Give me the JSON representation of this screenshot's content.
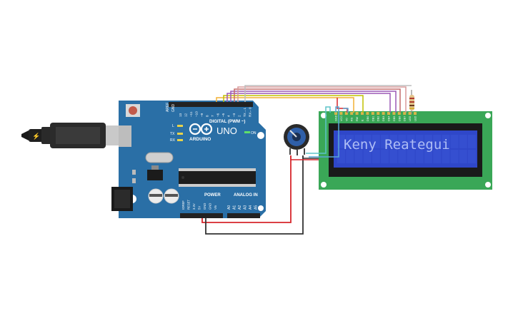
{
  "arduino": {
    "digital_header": "DIGITAL (PWM ~)",
    "model": "UNO",
    "brand": "ARDUINO",
    "on_label": "ON",
    "tx_label": "TX",
    "rx_label": "RX",
    "l_label": "L",
    "aref_label": "AREF",
    "gnd_label": "GND",
    "power_header": "POWER",
    "analog_header": "ANALOG IN",
    "digital_pins": [
      "13",
      "12",
      "~11",
      "~10",
      "~9",
      "8",
      "7",
      "~6",
      "~5",
      "4",
      "~3",
      "2",
      "TX→1",
      "RX←0"
    ],
    "power_pins": [
      "IOREF",
      "RESET",
      "3.3V",
      "5V",
      "GND",
      "GND",
      "Vin"
    ],
    "analog_pins": [
      "A0",
      "A1",
      "A2",
      "A3",
      "A4",
      "A5"
    ]
  },
  "lcd": {
    "text": "Keny Reategui",
    "pins": [
      "GND",
      "VCC",
      "V0",
      "RS",
      "RW",
      "E",
      "DB0",
      "DB1",
      "DB2",
      "DB3",
      "DB4",
      "DB5",
      "DB6",
      "DB7",
      "LED",
      "LED"
    ]
  },
  "colors": {
    "board": "#2a6fa6",
    "lcd_pcb": "#3aa757",
    "lcd_screen": "#2f47c9",
    "lcd_text": "#aebdf5",
    "wire_red": "#d6262b",
    "wire_black": "#333333"
  }
}
